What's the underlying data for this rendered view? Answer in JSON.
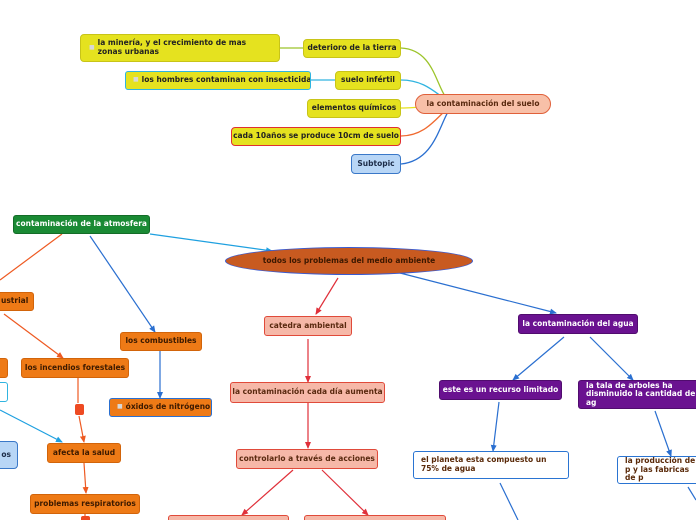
{
  "nodes": {
    "soil": {
      "root": "la contaminación del suelo",
      "deterioro": "deterioro de la tierra",
      "mineria": "la minería, y el crecimiento de mas zonas urbanas",
      "infertil": "suelo infértil",
      "insecticidas": "los hombres contaminan con insecticidas",
      "quimicos": "elementos químicos",
      "cada10": "cada 10años se produce 10cm de suelo",
      "subtopic": "Subtopic"
    },
    "atmos": {
      "root": "contaminación de la atmosfera",
      "industrial": "ustrial",
      "combustibles": "los combustibles",
      "oxidos": "óxidos de nitrógeno",
      "incendios": "los incendios forestales",
      "salud": "afecta la salud",
      "respiratorios": "problemas respiratorios",
      "partial_small": "os"
    },
    "center": {
      "todos": "todos los problemas del medio ambiente",
      "catedra": "catedra ambiental",
      "aumenta": "la contaminación cada día aumenta",
      "controlarlo": "controlarlo a través de acciones"
    },
    "water": {
      "root": "la contaminación del agua",
      "recurso": "este es un recurso limitado",
      "planeta": "el planeta esta compuesto un 75% de agua",
      "tala": "la tala de arboles ha disminuido la cantidad de ag",
      "produccion": "la producción de p y las fabricas de p"
    }
  },
  "colors": {
    "yellow": "#e5e21f",
    "peach": "#f8c0a8",
    "blue": "#b8d6f6",
    "green": "#1a8a34",
    "orange": "#ee7a16",
    "purple": "#6a1290",
    "salmon": "#f6b8a8",
    "oval": "#c85a20"
  }
}
